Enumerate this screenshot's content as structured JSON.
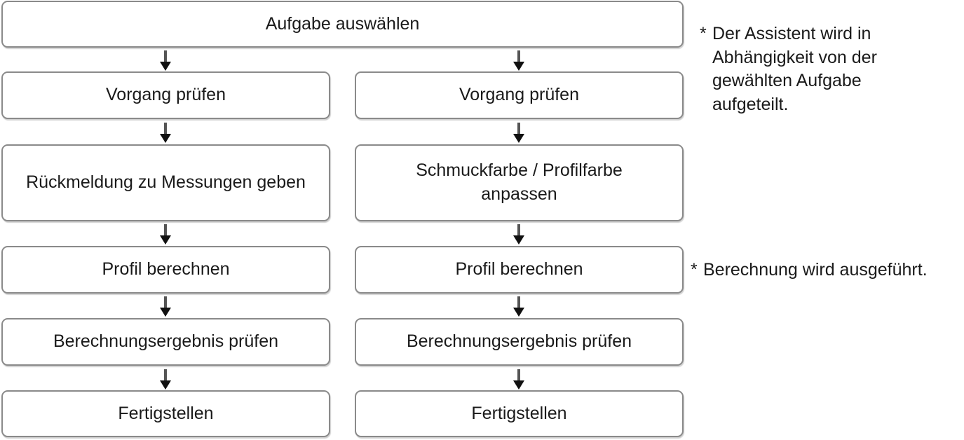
{
  "top": {
    "label": "Aufgabe auswählen"
  },
  "left_column": {
    "steps": [
      "Vorgang prüfen",
      "Rückmeldung zu Messungen geben",
      "Profil berechnen",
      "Berechnungsergebnis prüfen",
      "Fertigstellen"
    ]
  },
  "right_column": {
    "steps": [
      "Vorgang prüfen",
      "Schmuckfarbe / Profilfarbe",
      "anpassen",
      "Profil berechnen",
      "Berechnungsergebnis prüfen",
      "Fertigstellen"
    ]
  },
  "notes": {
    "split": {
      "marker": "*",
      "lines": [
        "Der Assistent wird in",
        "Abhängigkeit von der",
        "gewählten Aufgabe",
        "aufgeteilt."
      ]
    },
    "calculation": {
      "marker": "*",
      "text": "Berechnung wird ausgeführt."
    }
  },
  "colors": {
    "box_border": "#8a8a8a",
    "text": "#1a1a1a",
    "arrow": "#111111"
  }
}
